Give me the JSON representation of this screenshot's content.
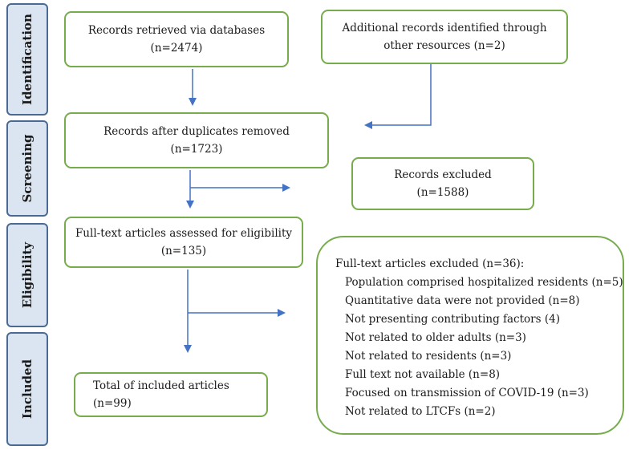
{
  "stages": [
    {
      "id": "identification",
      "label": "Identification"
    },
    {
      "id": "screening",
      "label": "Screening"
    },
    {
      "id": "eligibility",
      "label": "Eligibility"
    },
    {
      "id": "included",
      "label": "Included"
    }
  ],
  "boxes": {
    "records_retrieved": {
      "line1": "Records retrieved  via databases",
      "line2": "(n=2474)"
    },
    "additional_records": {
      "line1": "Additional records identified through",
      "line2": "other resources  (n=2)"
    },
    "after_duplicates": {
      "line1": "Records after duplicates removed",
      "line2": "(n=1723)"
    },
    "records_excluded": {
      "line1": "Records excluded",
      "line2": "(n=1588)"
    },
    "fulltext_assessed": {
      "line1": "Full-text articles assessed for eligibility",
      "line2": "(n=135)"
    },
    "total_included": {
      "line1": "Total of included articles (n=99)"
    }
  },
  "exclusions": {
    "heading": "Full-text articles excluded (n=36):",
    "items": [
      "Population comprised hospitalized residents (n=5)",
      "Quantitative  data  were  not  provided  (n=8)",
      "Not  presenting  contributing  factors  (4)",
      "Not related to older adults (n=3)",
      "Not related to residents (n=3)",
      "Full text not available (n=8)",
      "Focused on transmission of COVID-19  (n=3)",
      "Not related to LTCFs  (n=2)"
    ]
  },
  "colors": {
    "box_border": "#77ac4d",
    "stage_fill": "#dbe5f1",
    "stage_border": "#4a6a93",
    "arrow": "#4472c4"
  }
}
